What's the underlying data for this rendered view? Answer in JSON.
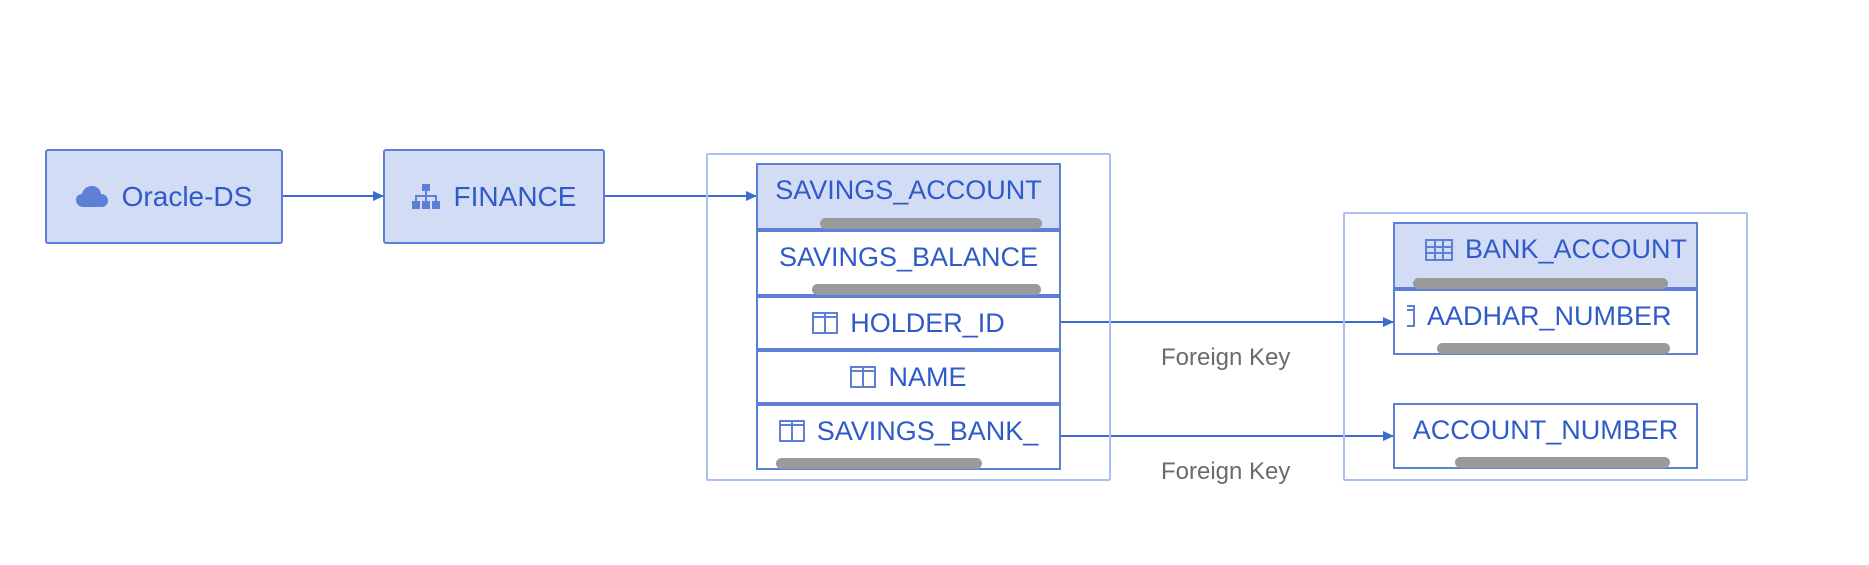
{
  "colors": {
    "node_fill": "#d3dcf5",
    "node_border": "#5d7fd6",
    "text": "#2f5ac9",
    "group_border": "#a9c1f2",
    "edge": "#3d6bd1",
    "edge_label": "#6b6b6b",
    "scrollbar": "#9a9a9a"
  },
  "nodes": {
    "datasource": {
      "label": "Oracle-DS",
      "icon": "cloud-icon"
    },
    "schema": {
      "label": "FINANCE",
      "icon": "hierarchy-icon"
    }
  },
  "savings_table": {
    "title": "SAVINGS_ACCOUNT",
    "columns": [
      {
        "label": "SAVINGS_BALANCE",
        "icon": "none"
      },
      {
        "label": "HOLDER_ID",
        "icon": "column-icon"
      },
      {
        "label": "NAME",
        "icon": "column-icon"
      },
      {
        "label": "SAVINGS_BANK_",
        "icon": "column-icon"
      }
    ]
  },
  "bank_table": {
    "title": "BANK_ACCOUNT",
    "title_icon": "table-icon",
    "columns": [
      {
        "label": "AADHAR_NUMBER",
        "icon": "column-icon"
      },
      {
        "label": "ACCOUNT_NUMBER",
        "icon": "none"
      }
    ]
  },
  "edges": {
    "fk1_label": "Foreign Key",
    "fk2_label": "Foreign Key"
  }
}
